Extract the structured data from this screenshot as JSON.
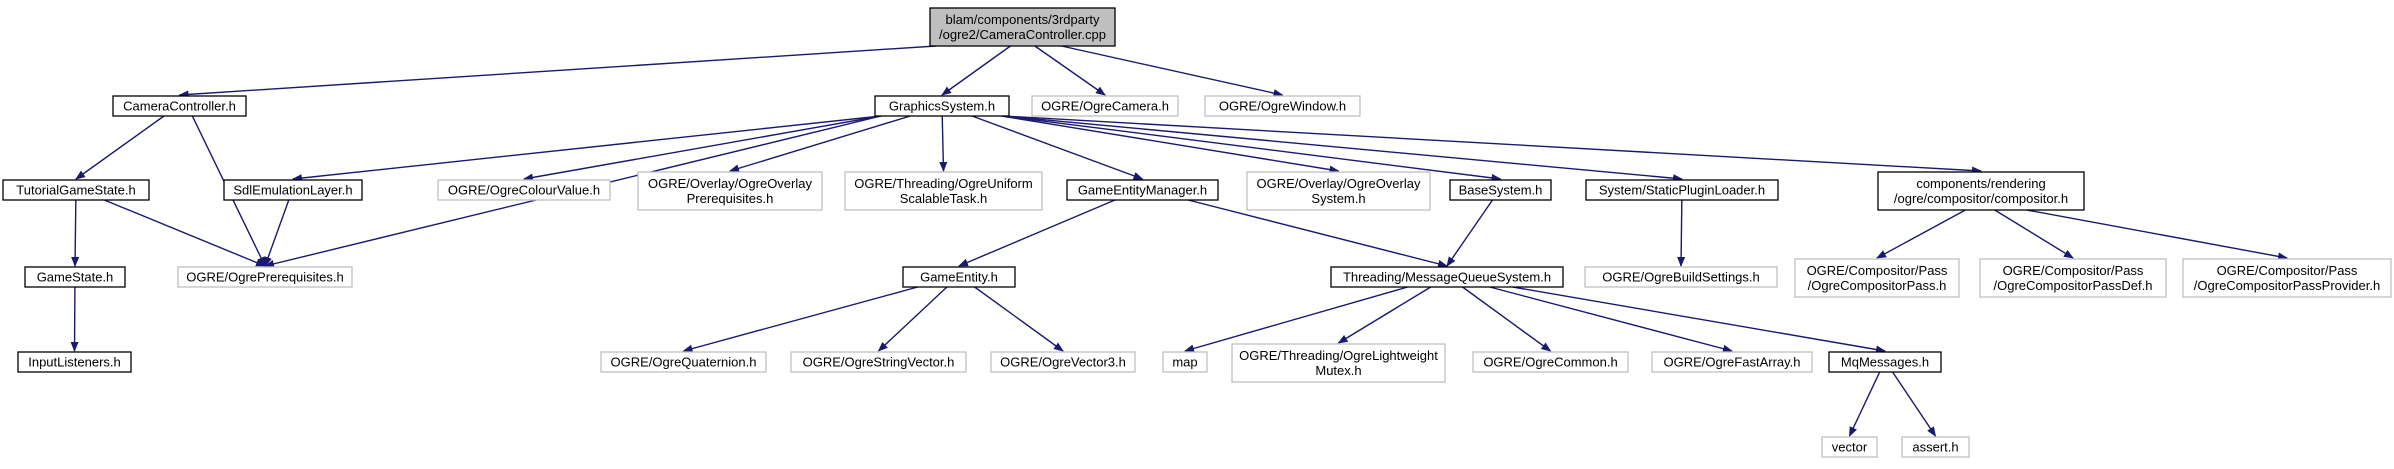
{
  "graph": {
    "nodes": [
      {
        "id": "root",
        "lines": [
          "blam/components/3rdparty",
          "/ogre2/CameraController.cpp"
        ],
        "style": "root"
      },
      {
        "id": "cameracontroller_h",
        "lines": [
          "CameraController.h"
        ],
        "style": "doc"
      },
      {
        "id": "graphicssystem_h",
        "lines": [
          "GraphicsSystem.h"
        ],
        "style": "doc"
      },
      {
        "id": "ogrecamera_h",
        "lines": [
          "OGRE/OgreCamera.h"
        ],
        "style": "ext"
      },
      {
        "id": "ogrewindow_h",
        "lines": [
          "OGRE/OgreWindow.h"
        ],
        "style": "ext"
      },
      {
        "id": "tutorialgamestate_h",
        "lines": [
          "TutorialGameState.h"
        ],
        "style": "doc"
      },
      {
        "id": "sdlemulationlayer_h",
        "lines": [
          "SdlEmulationLayer.h"
        ],
        "style": "doc"
      },
      {
        "id": "ogrecolourvalue_h",
        "lines": [
          "OGRE/OgreColourValue.h"
        ],
        "style": "ext"
      },
      {
        "id": "ogreoverlayprereq_h",
        "lines": [
          "OGRE/Overlay/OgreOverlay",
          "Prerequisites.h"
        ],
        "style": "ext"
      },
      {
        "id": "ogreuniformtask_h",
        "lines": [
          "OGRE/Threading/OgreUniform",
          "ScalableTask.h"
        ],
        "style": "ext"
      },
      {
        "id": "gameentitymanager_h",
        "lines": [
          "GameEntityManager.h"
        ],
        "style": "doc"
      },
      {
        "id": "ogreoverlaysystem_h",
        "lines": [
          "OGRE/Overlay/OgreOverlay",
          "System.h"
        ],
        "style": "ext"
      },
      {
        "id": "basesystem_h",
        "lines": [
          "BaseSystem.h"
        ],
        "style": "doc"
      },
      {
        "id": "staticpluginloader_h",
        "lines": [
          "System/StaticPluginLoader.h"
        ],
        "style": "doc"
      },
      {
        "id": "compositor_h",
        "lines": [
          "components/rendering",
          "/ogre/compositor/compositor.h"
        ],
        "style": "doc"
      },
      {
        "id": "gamestate_h",
        "lines": [
          "GameState.h"
        ],
        "style": "doc"
      },
      {
        "id": "ogreprerequisites_h",
        "lines": [
          "OGRE/OgrePrerequisites.h"
        ],
        "style": "ext"
      },
      {
        "id": "gameentity_h",
        "lines": [
          "GameEntity.h"
        ],
        "style": "doc"
      },
      {
        "id": "messagequeuesystem_h",
        "lines": [
          "Threading/MessageQueueSystem.h"
        ],
        "style": "doc"
      },
      {
        "id": "ogrebuildsettings_h",
        "lines": [
          "OGRE/OgreBuildSettings.h"
        ],
        "style": "ext"
      },
      {
        "id": "ogrecompositorpass_h",
        "lines": [
          "OGRE/Compositor/Pass",
          "/OgreCompositorPass.h"
        ],
        "style": "ext"
      },
      {
        "id": "ogrecompositorpassdef_h",
        "lines": [
          "OGRE/Compositor/Pass",
          "/OgreCompositorPassDef.h"
        ],
        "style": "ext"
      },
      {
        "id": "ogrecompositorpassprovider_h",
        "lines": [
          "OGRE/Compositor/Pass",
          "/OgreCompositorPassProvider.h"
        ],
        "style": "ext"
      },
      {
        "id": "inputlisteners_h",
        "lines": [
          "InputListeners.h"
        ],
        "style": "doc"
      },
      {
        "id": "ogrequaternion_h",
        "lines": [
          "OGRE/OgreQuaternion.h"
        ],
        "style": "ext"
      },
      {
        "id": "ogrestringvector_h",
        "lines": [
          "OGRE/OgreStringVector.h"
        ],
        "style": "ext"
      },
      {
        "id": "ogrevector3_h",
        "lines": [
          "OGRE/OgreVector3.h"
        ],
        "style": "ext"
      },
      {
        "id": "map",
        "lines": [
          "map"
        ],
        "style": "ext"
      },
      {
        "id": "ogrelightweightmutex_h",
        "lines": [
          "OGRE/Threading/OgreLightweight",
          "Mutex.h"
        ],
        "style": "ext"
      },
      {
        "id": "ogrecommon_h",
        "lines": [
          "OGRE/OgreCommon.h"
        ],
        "style": "ext"
      },
      {
        "id": "ogrefastarray_h",
        "lines": [
          "OGRE/OgreFastArray.h"
        ],
        "style": "ext"
      },
      {
        "id": "mqmessages_h",
        "lines": [
          "MqMessages.h"
        ],
        "style": "doc"
      },
      {
        "id": "vector",
        "lines": [
          "vector"
        ],
        "style": "ext"
      },
      {
        "id": "assert_h",
        "lines": [
          "assert.h"
        ],
        "style": "ext"
      }
    ],
    "edges": [
      [
        "root",
        "cameracontroller_h"
      ],
      [
        "root",
        "graphicssystem_h"
      ],
      [
        "root",
        "ogrecamera_h"
      ],
      [
        "root",
        "ogrewindow_h"
      ],
      [
        "cameracontroller_h",
        "tutorialgamestate_h"
      ],
      [
        "cameracontroller_h",
        "ogreprerequisites_h"
      ],
      [
        "graphicssystem_h",
        "sdlemulationlayer_h"
      ],
      [
        "graphicssystem_h",
        "ogreprerequisites_h"
      ],
      [
        "graphicssystem_h",
        "ogrecolourvalue_h"
      ],
      [
        "graphicssystem_h",
        "ogreoverlayprereq_h"
      ],
      [
        "graphicssystem_h",
        "ogreuniformtask_h"
      ],
      [
        "graphicssystem_h",
        "gameentitymanager_h"
      ],
      [
        "graphicssystem_h",
        "ogreoverlaysystem_h"
      ],
      [
        "graphicssystem_h",
        "basesystem_h"
      ],
      [
        "graphicssystem_h",
        "staticpluginloader_h"
      ],
      [
        "graphicssystem_h",
        "compositor_h"
      ],
      [
        "tutorialgamestate_h",
        "gamestate_h"
      ],
      [
        "tutorialgamestate_h",
        "ogreprerequisites_h"
      ],
      [
        "sdlemulationlayer_h",
        "ogreprerequisites_h"
      ],
      [
        "gamestate_h",
        "inputlisteners_h"
      ],
      [
        "gameentitymanager_h",
        "gameentity_h"
      ],
      [
        "gameentitymanager_h",
        "messagequeuesystem_h"
      ],
      [
        "basesystem_h",
        "messagequeuesystem_h"
      ],
      [
        "staticpluginloader_h",
        "ogrebuildsettings_h"
      ],
      [
        "compositor_h",
        "ogrecompositorpass_h"
      ],
      [
        "compositor_h",
        "ogrecompositorpassdef_h"
      ],
      [
        "compositor_h",
        "ogrecompositorpassprovider_h"
      ],
      [
        "gameentity_h",
        "ogrequaternion_h"
      ],
      [
        "gameentity_h",
        "ogrestringvector_h"
      ],
      [
        "gameentity_h",
        "ogrevector3_h"
      ],
      [
        "messagequeuesystem_h",
        "map"
      ],
      [
        "messagequeuesystem_h",
        "ogrelightweightmutex_h"
      ],
      [
        "messagequeuesystem_h",
        "ogrecommon_h"
      ],
      [
        "messagequeuesystem_h",
        "ogrefastarray_h"
      ],
      [
        "messagequeuesystem_h",
        "mqmessages_h"
      ],
      [
        "mqmessages_h",
        "vector"
      ],
      [
        "mqmessages_h",
        "assert_h"
      ]
    ]
  },
  "colors": {
    "edge": "#191970",
    "root_fill": "#bfbfbf",
    "root_stroke": "#000000",
    "doc_fill": "#ffffff",
    "doc_stroke": "#000000",
    "ext_fill": "#ffffff",
    "ext_stroke": "#bfbfbf",
    "text": "#000000"
  }
}
